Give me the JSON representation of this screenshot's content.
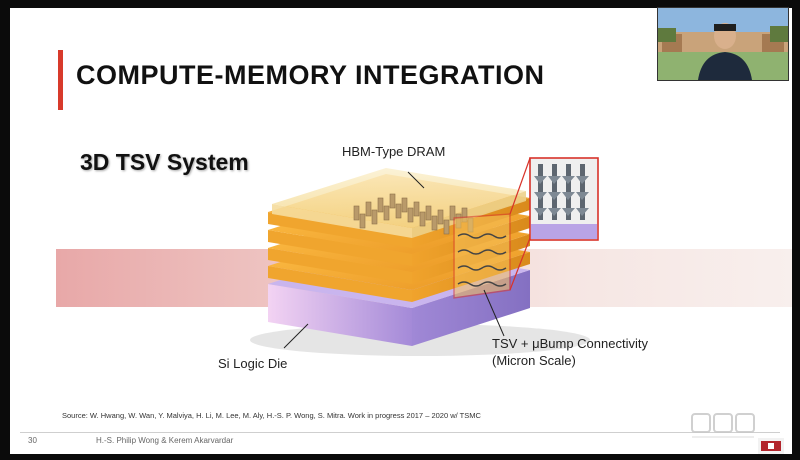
{
  "slide": {
    "title": "COMPUTE-MEMORY INTEGRATION",
    "subtitle": "3D TSV System",
    "labels": {
      "hbm": "HBM-Type DRAM",
      "tsv_line1": "TSV + μBump Connectivity",
      "tsv_line2": "(Micron Scale)",
      "si_logic": "Si Logic Die"
    },
    "source": "Source: W. Hwang, W. Wan, Y. Malviya, H. Li, M. Lee, M. Aly, H.-S. P. Wong, S. Mitra. Work in progress 2017 – 2020 w/ TSMC",
    "page_number": "30",
    "authors": "H.-S. Philip Wong & Kerem Akarvardar"
  },
  "colors": {
    "accent": "#d83a2b",
    "dram_layer": "#f3a834",
    "logic_die": "#b9a4e6",
    "hbm_top": "#f7e2a7"
  },
  "icons": {
    "webcam": "presenter-video-feed",
    "watermark": "zhidx-watermark",
    "logo": "university-logo"
  }
}
